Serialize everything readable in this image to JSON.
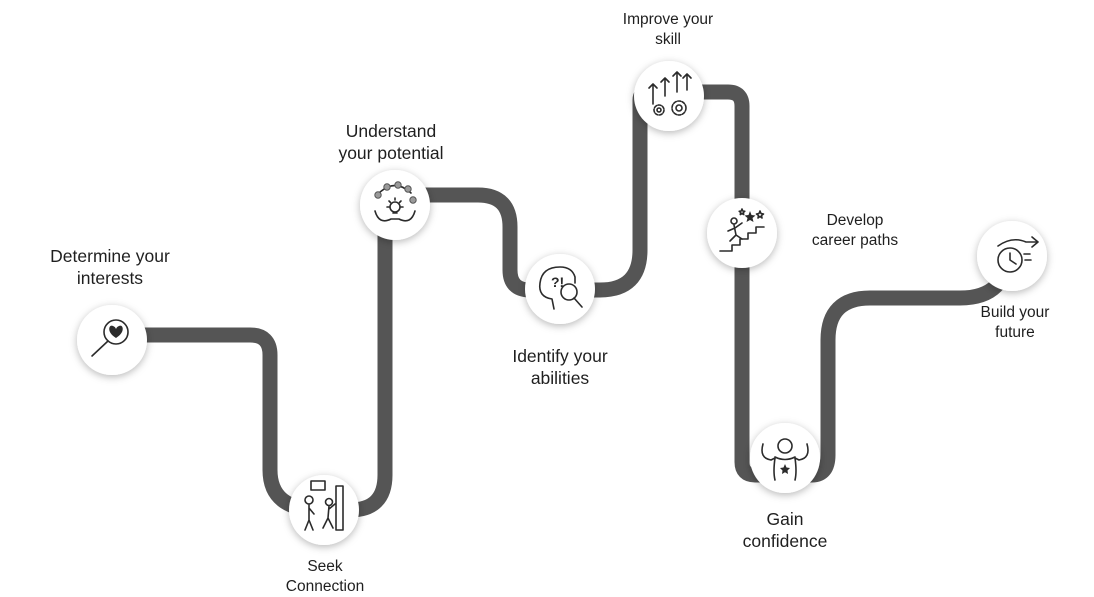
{
  "steps": [
    {
      "id": "interests",
      "line1": "Determine your",
      "line2": "interests",
      "icon": "magnifier-heart-icon"
    },
    {
      "id": "connection",
      "line1": "Seek",
      "line2": "Connection",
      "icon": "person-door-icon"
    },
    {
      "id": "potential",
      "line1": "Understand",
      "line2": "your potential",
      "icon": "hands-lightbulb-icon"
    },
    {
      "id": "abilities",
      "line1": "Identify your",
      "line2": "abilities",
      "icon": "head-magnifier-icon"
    },
    {
      "id": "skill",
      "line1": "Improve your",
      "line2": "skill",
      "icon": "gears-arrows-icon"
    },
    {
      "id": "career",
      "line1": "Develop",
      "line2": "career paths",
      "icon": "stairs-stars-icon"
    },
    {
      "id": "confidence",
      "line1": "Gain",
      "line2": "confidence",
      "icon": "confident-person-icon"
    },
    {
      "id": "future",
      "line1": "Build your",
      "line2": "future",
      "icon": "clock-arrow-icon"
    }
  ],
  "colors": {
    "road": "#555555",
    "disc": "#ffffff",
    "text": "#1f1f1f"
  }
}
